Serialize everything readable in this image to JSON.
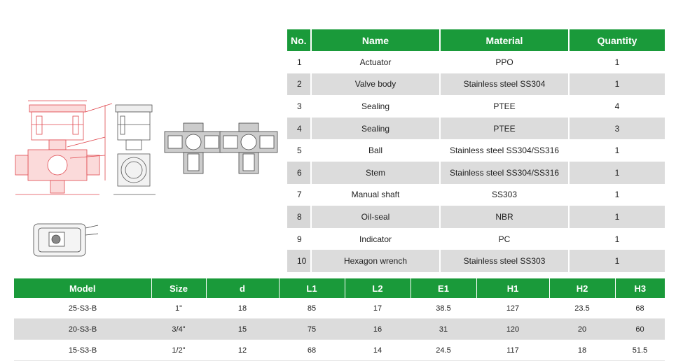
{
  "parts_table": {
    "headers": [
      "No.",
      "Name",
      "Material",
      "Quantity"
    ],
    "rows": [
      {
        "no": "1",
        "name": "Actuator",
        "material": "PPO",
        "qty": "1"
      },
      {
        "no": "2",
        "name": "Valve body",
        "material": "Stainless steel SS304",
        "qty": "1"
      },
      {
        "no": "3",
        "name": "Sealing",
        "material": "PTEE",
        "qty": "4"
      },
      {
        "no": "4",
        "name": "Sealing",
        "material": "PTEE",
        "qty": "3"
      },
      {
        "no": "5",
        "name": "Ball",
        "material": "Stainless steel SS304/SS316",
        "qty": "1"
      },
      {
        "no": "6",
        "name": "Stem",
        "material": "Stainless steel  SS304/SS316",
        "qty": "1"
      },
      {
        "no": "7",
        "name": "Manual shaft",
        "material": "SS303",
        "qty": "1"
      },
      {
        "no": "8",
        "name": "Oil-seal",
        "material": "NBR",
        "qty": "1"
      },
      {
        "no": "9",
        "name": "Indicator",
        "material": "PC",
        "qty": "1"
      },
      {
        "no": "10",
        "name": "Hexagon wrench",
        "material": "Stainless steel  SS303",
        "qty": "1"
      }
    ]
  },
  "model_table": {
    "headers": [
      "Model",
      "Size",
      "d",
      "L1",
      "L2",
      "E1",
      "H1",
      "H2",
      "H3"
    ],
    "rows": [
      [
        "25-S3-B",
        "1\"",
        "18",
        "85",
        "17",
        "38.5",
        "127",
        "23.5",
        "68"
      ],
      [
        "20-S3-B",
        "3/4\"",
        "15",
        "75",
        "16",
        "31",
        "120",
        "20",
        "60"
      ],
      [
        "15-S3-B",
        "1/2\"",
        "12",
        "68",
        "14",
        "24.5",
        "117",
        "18",
        "51.5"
      ]
    ]
  },
  "colors": {
    "header_green": "#1a9a3a",
    "row_shade": "#dcdcdc",
    "drawing_red": "#e0484f"
  }
}
